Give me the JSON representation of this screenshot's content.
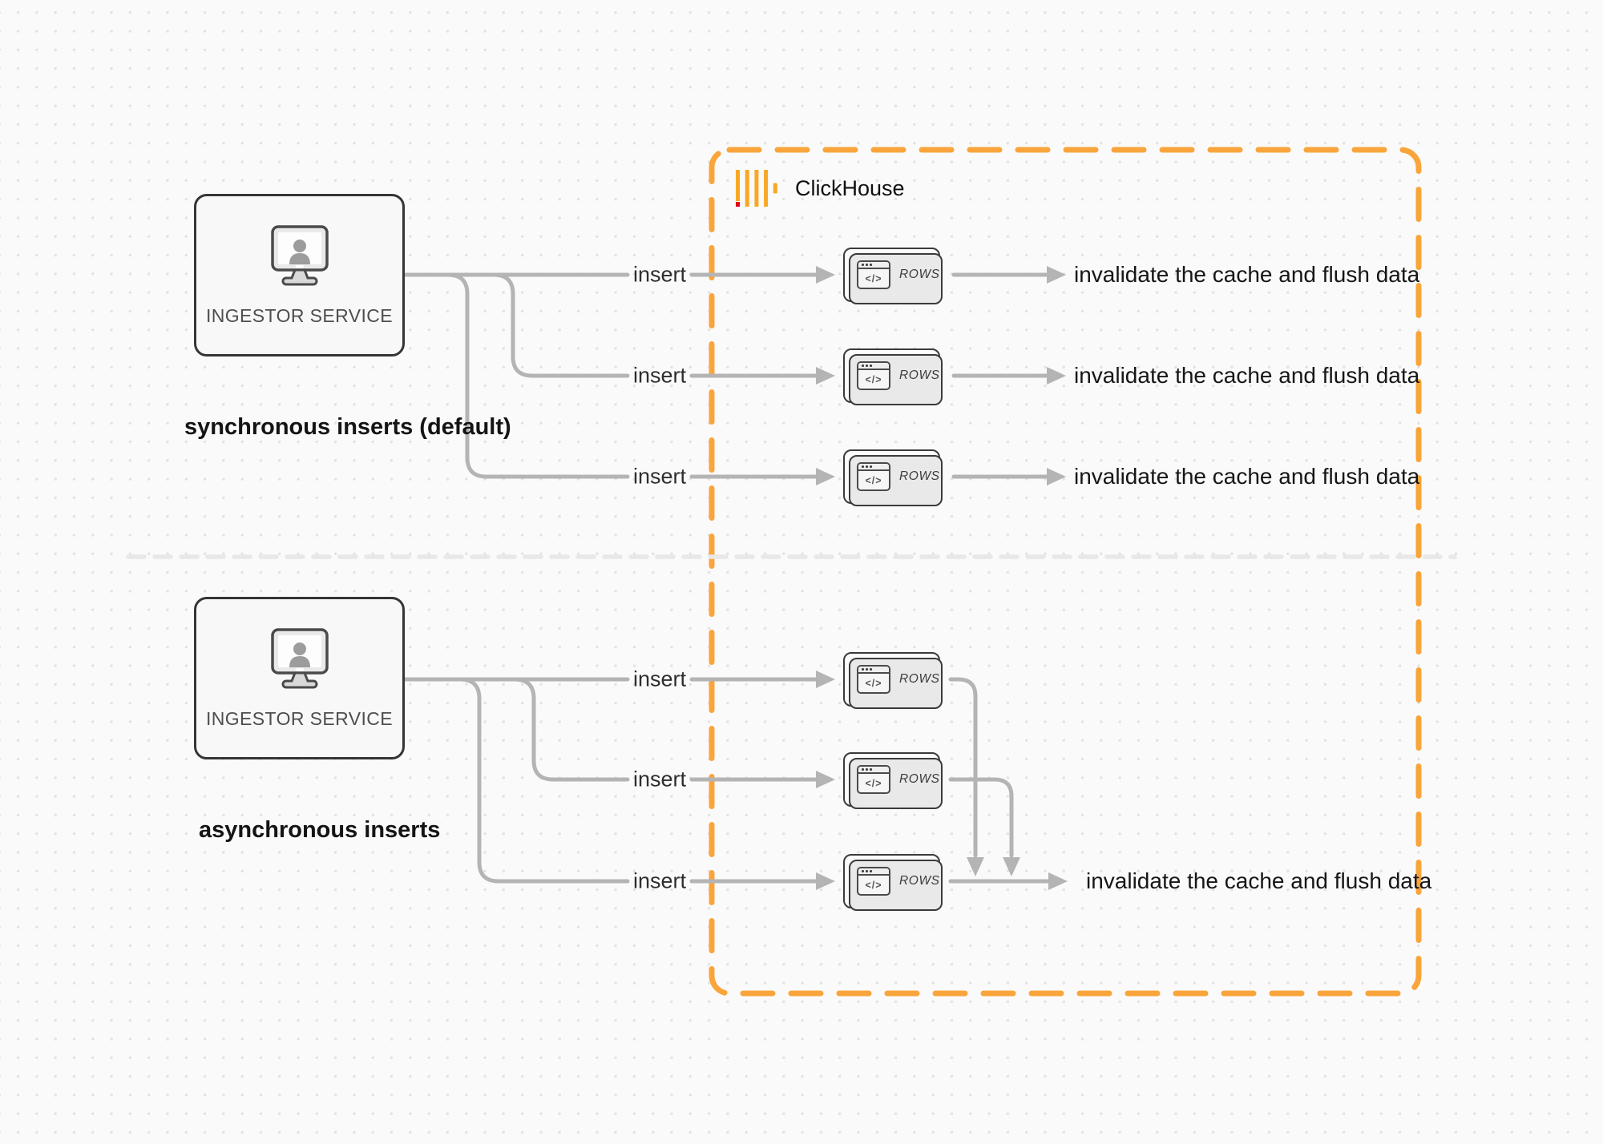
{
  "diagram": {
    "sync_section": {
      "caption": "synchronous inserts (default)",
      "service_label": "INGESTOR SERVICE"
    },
    "async_section": {
      "caption": "asynchronous inserts",
      "service_label": "INGESTOR SERVICE"
    },
    "clickhouse": {
      "label": "ClickHouse"
    },
    "labels": {
      "insert": "insert",
      "invalidate": "invalidate the cache and flush data"
    },
    "card": {
      "rows": "ROWS",
      "code": "</>"
    },
    "colors": {
      "accent_orange": "#F9A53C",
      "logo_red": "#E2001A",
      "line_gray": "#B4B4B4",
      "border_dark": "#3B3B3B",
      "divider_gray": "#E8E8E8"
    }
  }
}
